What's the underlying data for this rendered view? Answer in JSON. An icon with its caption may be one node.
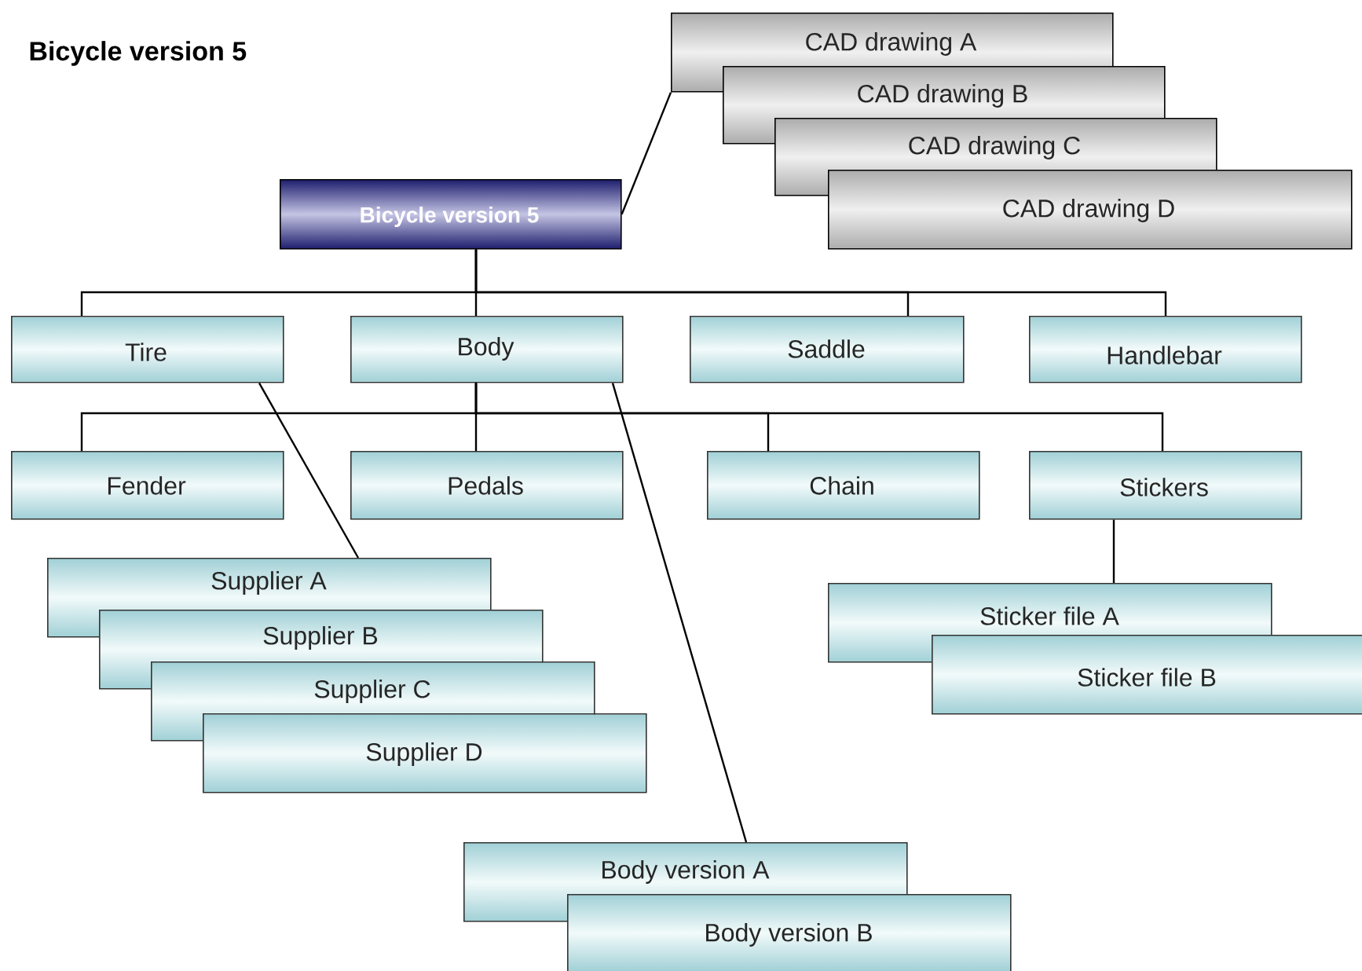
{
  "diagram": {
    "title": "Bicycle version 5",
    "nodes": [
      {
        "text": [
          "CAD drawing A"
        ]
      },
      {
        "text": [
          "CAD drawing B"
        ]
      },
      {
        "text": [
          "CAD drawing C"
        ]
      },
      {
        "text": [
          "CAD drawing D"
        ]
      },
      {
        "text": [
          "Bicycle version 5"
        ]
      },
      {
        "text": [
          "Tire"
        ]
      },
      {
        "text": [
          "Body"
        ]
      },
      {
        "text": [
          "Saddle"
        ]
      },
      {
        "text": [
          "Handlebar"
        ]
      },
      {
        "text": [
          "Fender"
        ]
      },
      {
        "text": [
          "Pedals"
        ]
      },
      {
        "text": [
          "Chain"
        ]
      },
      {
        "text": [
          "Stickers"
        ]
      },
      {
        "text": [
          "Supplier A"
        ]
      },
      {
        "text": [
          "Supplier B"
        ]
      },
      {
        "text": [
          "Supplier C"
        ]
      },
      {
        "text": [
          "Supplier D"
        ]
      },
      {
        "text": [
          "Body version A"
        ]
      },
      {
        "text": [
          "Body version B"
        ]
      },
      {
        "text": [
          "Sticker file A"
        ]
      },
      {
        "text": [
          "Sticker file B"
        ]
      }
    ],
    "edges": [
      {
        "from": 4,
        "to": 0,
        "arrow": "none"
      },
      {
        "from": 4,
        "to": 5,
        "arrow": "none"
      },
      {
        "from": 4,
        "to": 6,
        "arrow": "none"
      },
      {
        "from": 4,
        "to": 7,
        "arrow": "none"
      },
      {
        "from": 4,
        "to": 8,
        "arrow": "none"
      },
      {
        "from": 6,
        "to": 9,
        "arrow": "none"
      },
      {
        "from": 6,
        "to": 10,
        "arrow": "none"
      },
      {
        "from": 6,
        "to": 11,
        "arrow": "none"
      },
      {
        "from": 6,
        "to": 12,
        "arrow": "none"
      },
      {
        "from": 5,
        "to": 13,
        "arrow": "none"
      },
      {
        "from": 6,
        "to": 17,
        "arrow": "none"
      },
      {
        "from": 12,
        "to": 19,
        "arrow": "none"
      }
    ]
  }
}
